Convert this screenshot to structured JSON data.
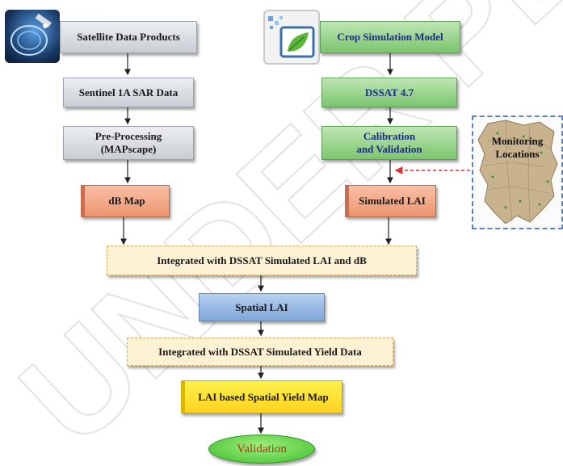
{
  "left_column": {
    "satellite": "Satellite Data Products",
    "sar": "Sentinel 1A SAR Data",
    "preprocessing": "Pre-Processing\n(MAPscape)",
    "db_map": "dB Map"
  },
  "right_column": {
    "crop_model": "Crop Simulation Model",
    "dssat": "DSSAT 4.7",
    "calibration": "Calibration\nand Validation",
    "simulated_lai": "Simulated LAI"
  },
  "monitoring": "Monitoring\nLocations",
  "integrated_lai_db": "Integrated with DSSAT Simulated LAI and dB",
  "spatial_lai": "Spatial LAI",
  "integrated_yield": "Integrated with DSSAT Simulated Yield Data",
  "yield_map": "LAI  based Spatial Yield Map",
  "validation": "Validation",
  "watermark": "UNDER PEER REVIEW",
  "colors": {
    "validation_text": "#d02018",
    "green_box_text": "#1d2c8a",
    "dashed_arrow": "#e03030"
  },
  "icons": [
    "satellite-icon",
    "crop-model-icon",
    "region-map-icon"
  ]
}
